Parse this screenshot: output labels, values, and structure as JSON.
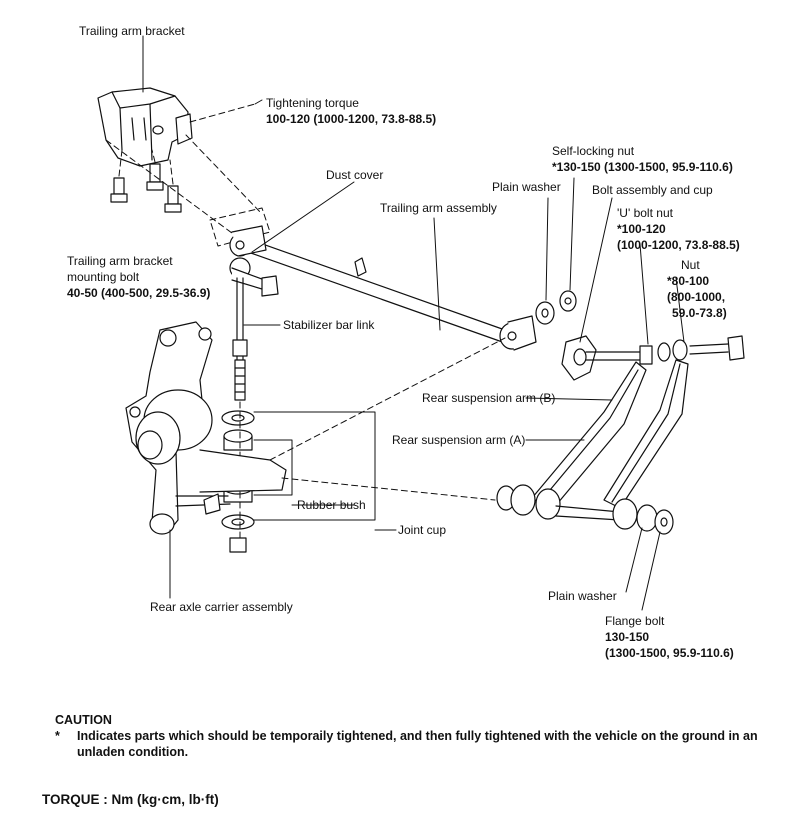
{
  "labels": {
    "trailing_arm_bracket": "Trailing arm bracket",
    "tightening_torque_title": "Tightening torque",
    "tightening_torque_value": "100-120 (1000-1200, 73.8-88.5)",
    "dust_cover": "Dust cover",
    "trailing_arm_assembly": "Trailing arm assembly",
    "plain_washer_top": "Plain washer",
    "self_locking_nut_title": "Self-locking nut",
    "self_locking_nut_value": "*130-150 (1300-1500, 95.9-110.6)",
    "bolt_assembly_cup": "Bolt assembly and cup",
    "u_bolt_nut_title": "'U' bolt nut",
    "u_bolt_nut_value1": "*100-120",
    "u_bolt_nut_value2": "(1000-1200, 73.8-88.5)",
    "nut_title": "Nut",
    "nut_value1": "*80-100",
    "nut_value2": "(800-1000,",
    "nut_value3": "59.0-73.8)",
    "bracket_bolt_line1": "Trailing arm bracket",
    "bracket_bolt_line2": "mounting bolt",
    "bracket_bolt_value": "40-50 (400-500, 29.5-36.9)",
    "stabilizer_bar_link": "Stabilizer bar link",
    "rear_suspension_arm_b": "Rear suspension arm (B)",
    "rear_suspension_arm_a": "Rear suspension arm (A)",
    "rubber_bush": "Rubber bush",
    "joint_cup": "Joint cup",
    "rear_axle_carrier": "Rear axle carrier assembly",
    "plain_washer_bottom": "Plain washer",
    "flange_bolt_title": "Flange bolt",
    "flange_bolt_value1": "130-150",
    "flange_bolt_value2": "(1300-1500, 95.9-110.6)"
  },
  "caution": {
    "heading": "CAUTION",
    "bullet": "*",
    "text": "Indicates parts which should be temporaily tightened, and then fully tightened with the vehicle on the ground in an unladen condition."
  },
  "torque_units": "TORQUE : Nm (kg·cm, lb·ft)"
}
